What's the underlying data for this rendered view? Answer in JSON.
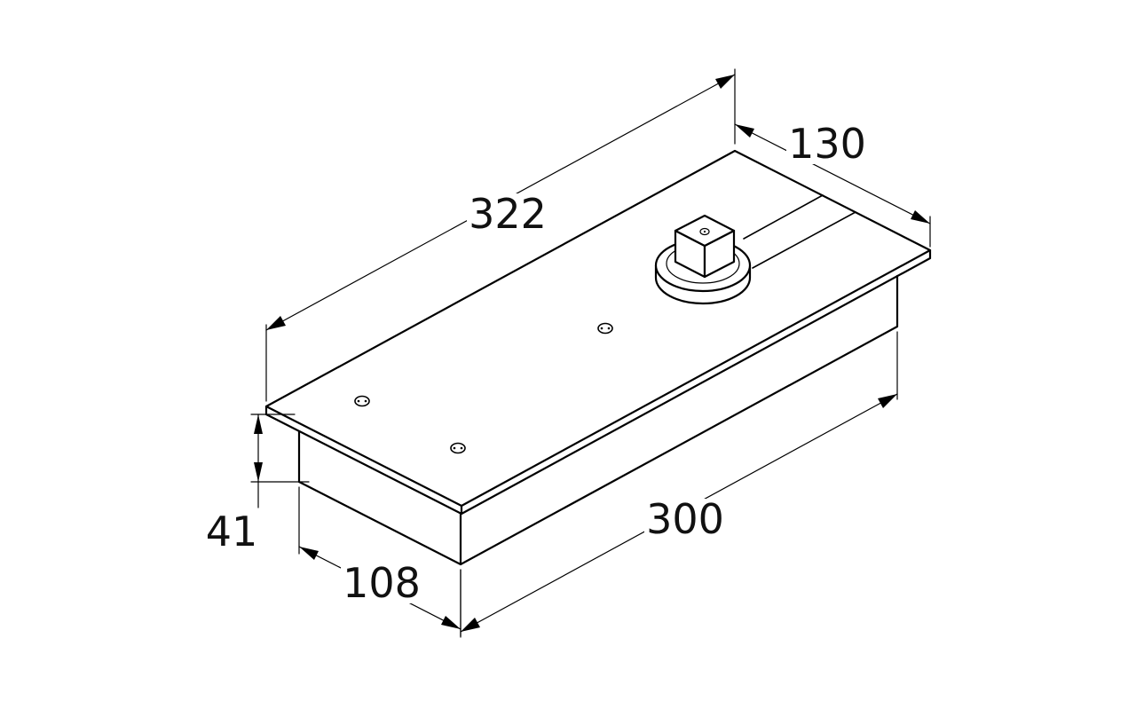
{
  "drawing": {
    "background": "#ffffff",
    "line_color": "#000000",
    "dimensions": {
      "plate_length": "322",
      "plate_width": "130",
      "body_length": "300",
      "body_height": "41",
      "body_width": "108"
    }
  }
}
